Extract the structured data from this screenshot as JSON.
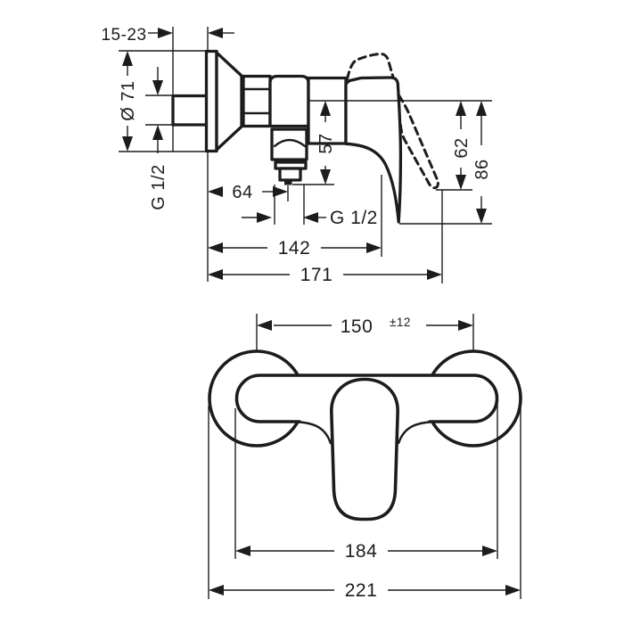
{
  "colors": {
    "ink": "#1c1c1e",
    "background": "#ffffff"
  },
  "side_view": {
    "labels": {
      "wall_range": "15-23",
      "escutcheon_diameter": "Ø 71",
      "inlet_thread": "G 1/2",
      "outlet_drop": "57",
      "lever_up_drop": "62",
      "lever_down_drop": "86",
      "wall_to_outlet": "64",
      "outlet_thread": "G 1/2",
      "depth_body": "142",
      "depth_total": "171"
    }
  },
  "front_view": {
    "labels": {
      "connection_spread": "150",
      "spread_tolerance": "±12",
      "body_width": "184",
      "total_width": "221"
    }
  }
}
